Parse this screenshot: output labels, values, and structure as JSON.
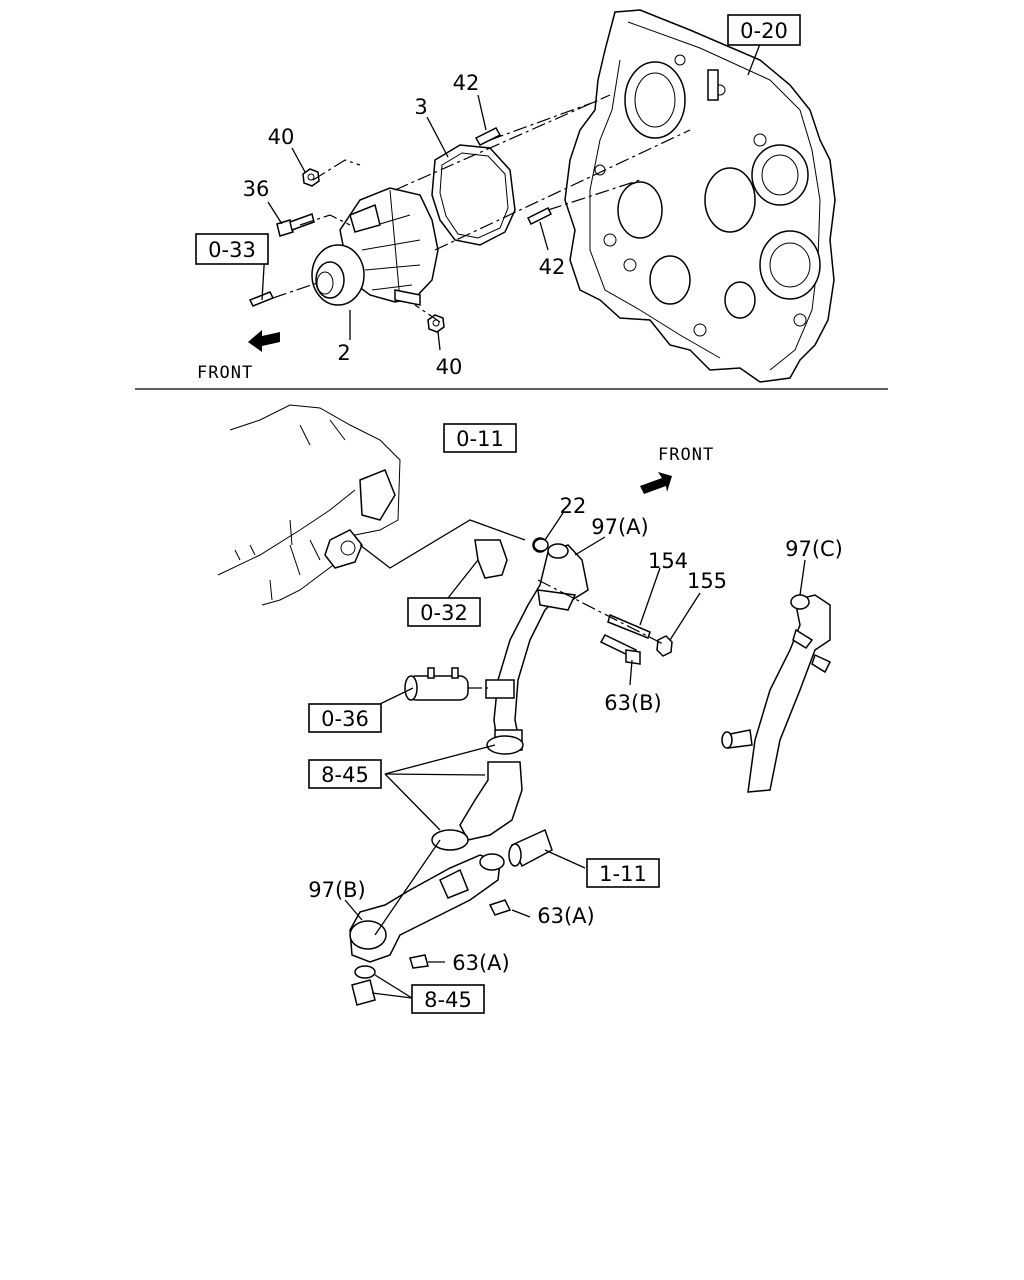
{
  "top_section": {
    "ref_boxes": {
      "timing_case": "0-20",
      "left_ref": "0-33"
    },
    "callouts": {
      "stud_upper": "42",
      "gasket": "3",
      "nut_upper": "40",
      "bolt": "36",
      "stud_lower": "42",
      "water_pump": "2",
      "nut_lower": "40"
    },
    "front_label": "FRONT"
  },
  "bottom_section": {
    "ref_boxes": {
      "block": "0-11",
      "gasket_ref": "0-32",
      "thermostat_ref": "0-36",
      "hose_clamp_ref": "8-45",
      "pipe_ref": "1-11",
      "hose_clamp_ref_lower": "8-45"
    },
    "callouts": {
      "o_ring": "22",
      "pipe_a": "97(A)",
      "stud": "154",
      "nut": "155",
      "bolt_b": "63(B)",
      "pipe_c": "97(C)",
      "pipe_b": "97(B)",
      "bolt_a_upper": "63(A)",
      "bolt_a_lower": "63(A)"
    },
    "front_label": "FRONT"
  },
  "icons": [
    "front-arrow-icon",
    "front-arrow-icon"
  ]
}
